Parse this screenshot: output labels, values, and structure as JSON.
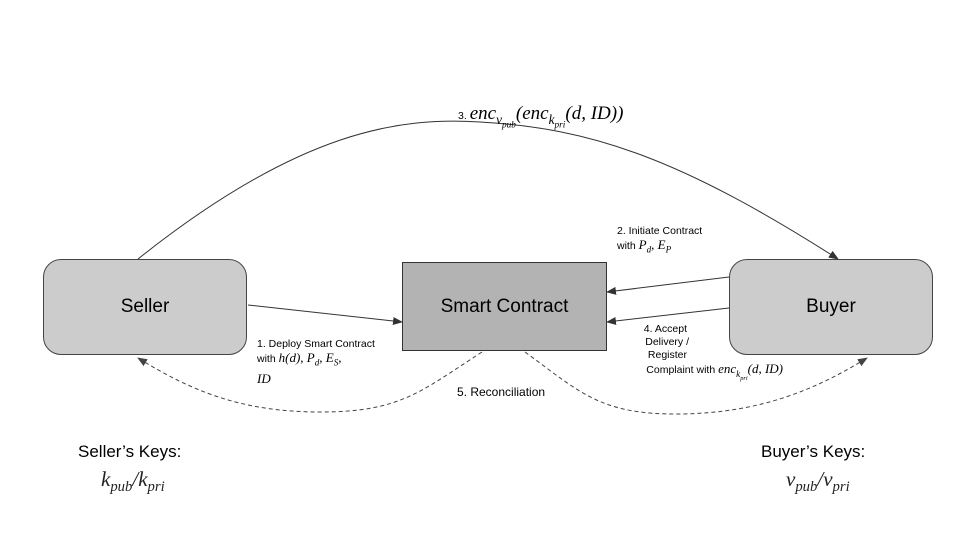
{
  "nodes": {
    "seller": "Seller",
    "smart_contract": "Smart Contract",
    "buyer": "Buyer"
  },
  "edges": {
    "step1": {
      "line1": "1. Deploy Smart Contract",
      "line2_prefix": "with",
      "line2_math": "h(d), P_d, E_S,",
      "line3_math": "ID"
    },
    "step2": {
      "line1": "2. Initiate Contract",
      "line2_prefix": "with",
      "line2_math": "P_d, E_P"
    },
    "step3": {
      "prefix": "3.",
      "math": "enc_{v_pub}(enc_{k_pri}(d, ID))"
    },
    "step4": {
      "line1": "4. Accept",
      "line2": "Delivery /",
      "line3": "Register",
      "line4_prefix": "Complaint with",
      "line4_math": "enc_{k_pri}(d, ID)"
    },
    "step5": "5. Reconciliation"
  },
  "keys": {
    "seller_title": "Seller’s Keys:",
    "seller_value": "k_pub/k_pri",
    "buyer_title": "Buyer’s Keys:",
    "buyer_value": "v_pub/v_pri"
  }
}
